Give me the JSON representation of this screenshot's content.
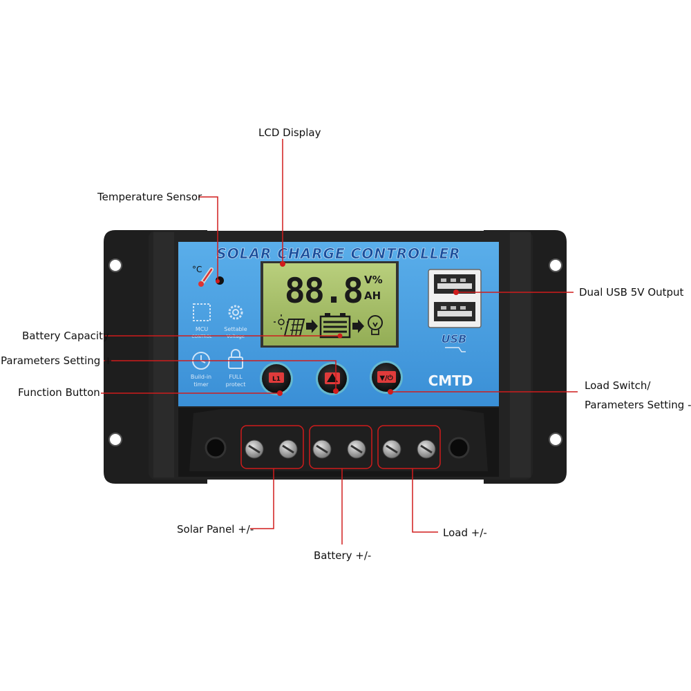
{
  "device": {
    "header": "SOLAR CHARGE CONTROLLER",
    "brand": "CMTD",
    "usb_logo": "USB",
    "lcd": {
      "digits": "88.8",
      "unit_top": "V%",
      "unit_bottom": "AH"
    },
    "temp_symbol": "°C",
    "features": [
      {
        "icon": "mcu-chip-icon",
        "line1": "MCU",
        "line2": "CONTROL"
      },
      {
        "icon": "gear-icon",
        "line1": "Settable",
        "line2": "Voltage"
      },
      {
        "icon": "clock-icon",
        "line1": "Build-in",
        "line2": "timer"
      },
      {
        "icon": "lock-icon",
        "line1": "FULL",
        "line2": "protect"
      }
    ],
    "buttons": [
      {
        "icon": "menu-icon",
        "glyph": "L1"
      },
      {
        "icon": "up-arrow-icon",
        "glyph": "▲"
      },
      {
        "icon": "down-power-icon",
        "glyph": "▼/⏻"
      }
    ]
  },
  "callouts": {
    "lcd_display": "LCD Display",
    "temperature_sensor": "Temperature Sensor",
    "dual_usb": "Dual USB 5V Output",
    "battery_capacity": "Battery Capacity",
    "parameters_setting_plus": "Parameters Setting +",
    "function_button": "Function Button",
    "load_switch_line1": "Load Switch/",
    "load_switch_line2": "Parameters Setting -",
    "solar_panel": "Solar Panel +/-",
    "battery": "Battery +/-",
    "load": "Load +/-"
  },
  "colors": {
    "leader_line": "#d01c1c",
    "face_blue": "#3f9be0",
    "lcd_green": "#a8c06a",
    "housing": "#1c1c1c"
  }
}
